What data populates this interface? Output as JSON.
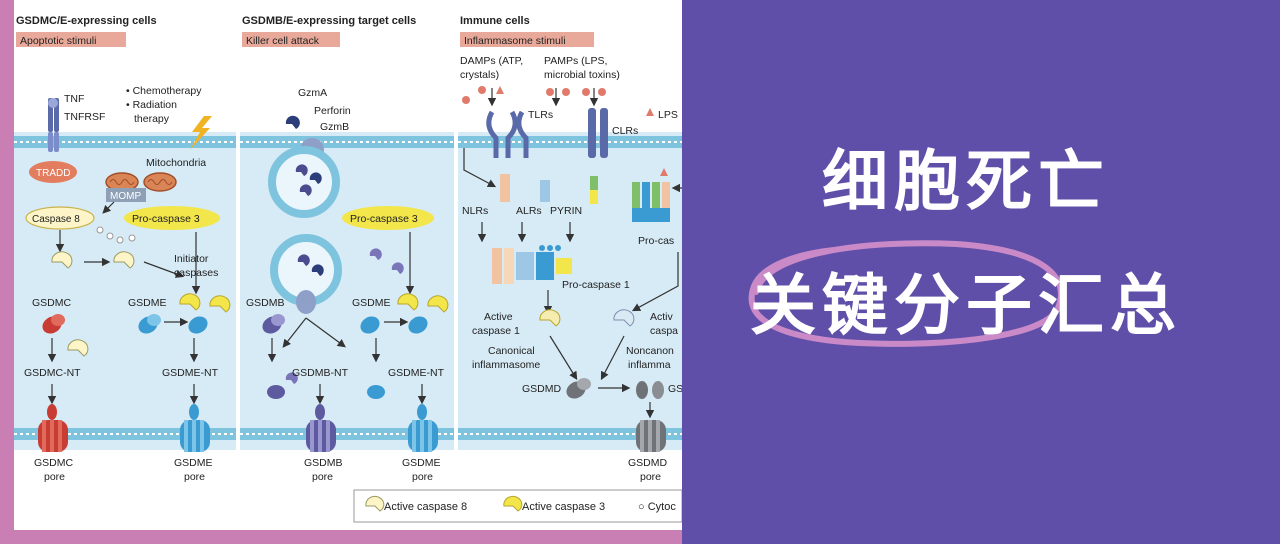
{
  "panels": [
    {
      "header": "GSDMC/E-expressing cells",
      "stimulus": "Apoptotic stimuli"
    },
    {
      "header": "GSDMB/E-expressing target cells",
      "stimulus": "Killer cell attack"
    },
    {
      "header": "Immune cells",
      "stimulus": "Inflammasome stimuli"
    }
  ],
  "labels": {
    "tnf": "TNF",
    "tnfrsf": "TNFRSF",
    "tradd": "TRADD",
    "chemo": "• Chemotherapy",
    "radiation": "• Radiation",
    "therapy": "therapy",
    "mitochondria": "Mitochondria",
    "momp": "MOMP",
    "caspase8": "Caspase 8",
    "procaspase3_a": "Pro-caspase 3",
    "initiator1": "Initiator",
    "initiator2": "caspases",
    "gsdmc": "GSDMC",
    "gsdme_a": "GSDME",
    "gsdmc_nt": "GSDMC-NT",
    "gsdme_nt_a": "GSDME-NT",
    "gsdmc_pore1": "GSDMC",
    "gsdmc_pore2": "pore",
    "gsdme_pore_a1": "GSDME",
    "gsdme_pore_a2": "pore",
    "gzma": "GzmA",
    "perforin": "Perforin",
    "gzmb": "GzmB",
    "procaspase3_b": "Pro-caspase 3",
    "gsdmb": "GSDMB",
    "gsdme_b": "GSDME",
    "gsdmb_nt": "GSDMB-NT",
    "gsdme_nt_b": "GSDME-NT",
    "gsdmb_pore1": "GSDMB",
    "gsdmb_pore2": "pore",
    "gsdme_pore_b1": "GSDME",
    "gsdme_pore_b2": "pore",
    "damps1": "DAMPs (ATP,",
    "damps2": "crystals)",
    "pamps1": "PAMPs (LPS,",
    "pamps2": "microbial toxins)",
    "tlrs": "TLRs",
    "clrs": "CLRs",
    "lps": "LPS",
    "nlrs": "NLRs",
    "alrs": "ALRs",
    "pyrin": "PYRIN",
    "procaspase1": "Pro-caspase 1",
    "procas_cut": "Pro-cas",
    "active_c1_1": "Active",
    "active_c1_2": "caspase 1",
    "active_cut1": "Activ",
    "active_cut2": "caspa",
    "canonical1": "Canonical",
    "canonical2": "inflammasome",
    "noncanon1": "Noncanon",
    "noncanon2": "inflamma",
    "gsdmd": "GSDMD",
    "gsd_cut": "GS",
    "gsdmd_pore1": "GSDMD",
    "gsdmd_pore2": "pore"
  },
  "legend": [
    "Active caspase 8",
    "Active caspase 3",
    "○ Cytoc"
  ],
  "title_line1": "细胞死亡",
  "title_line2": "关键分子汇总",
  "colors": {
    "background": "#5f4fa8",
    "frame": "#c97fb3",
    "headline": "#ffffff",
    "accent_circle": "#c98ac7"
  }
}
